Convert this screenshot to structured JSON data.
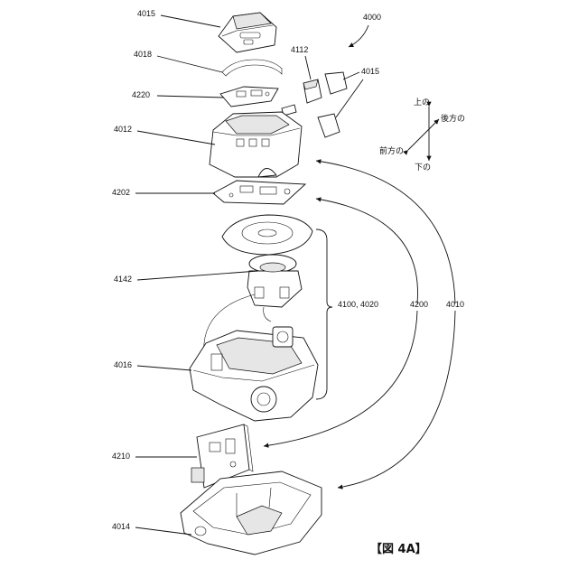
{
  "figure": {
    "assembly_ref": "4000",
    "caption": "【図 4A】",
    "directions": {
      "up": "上の",
      "down": "下の",
      "rear": "後方の",
      "front": "前方の"
    },
    "labels": {
      "top_cover": "4015",
      "seal": "4018",
      "board_top": "4220",
      "upper_housing": "4012",
      "side_cap": "4112",
      "side_cover": "4015",
      "circuit_board": "4202",
      "blower": "4142",
      "chassis": "4016",
      "pcb_vertical": "4210",
      "base": "4014",
      "group_a": "4100, 4020",
      "group_b": "4200",
      "group_c": "4010"
    }
  }
}
